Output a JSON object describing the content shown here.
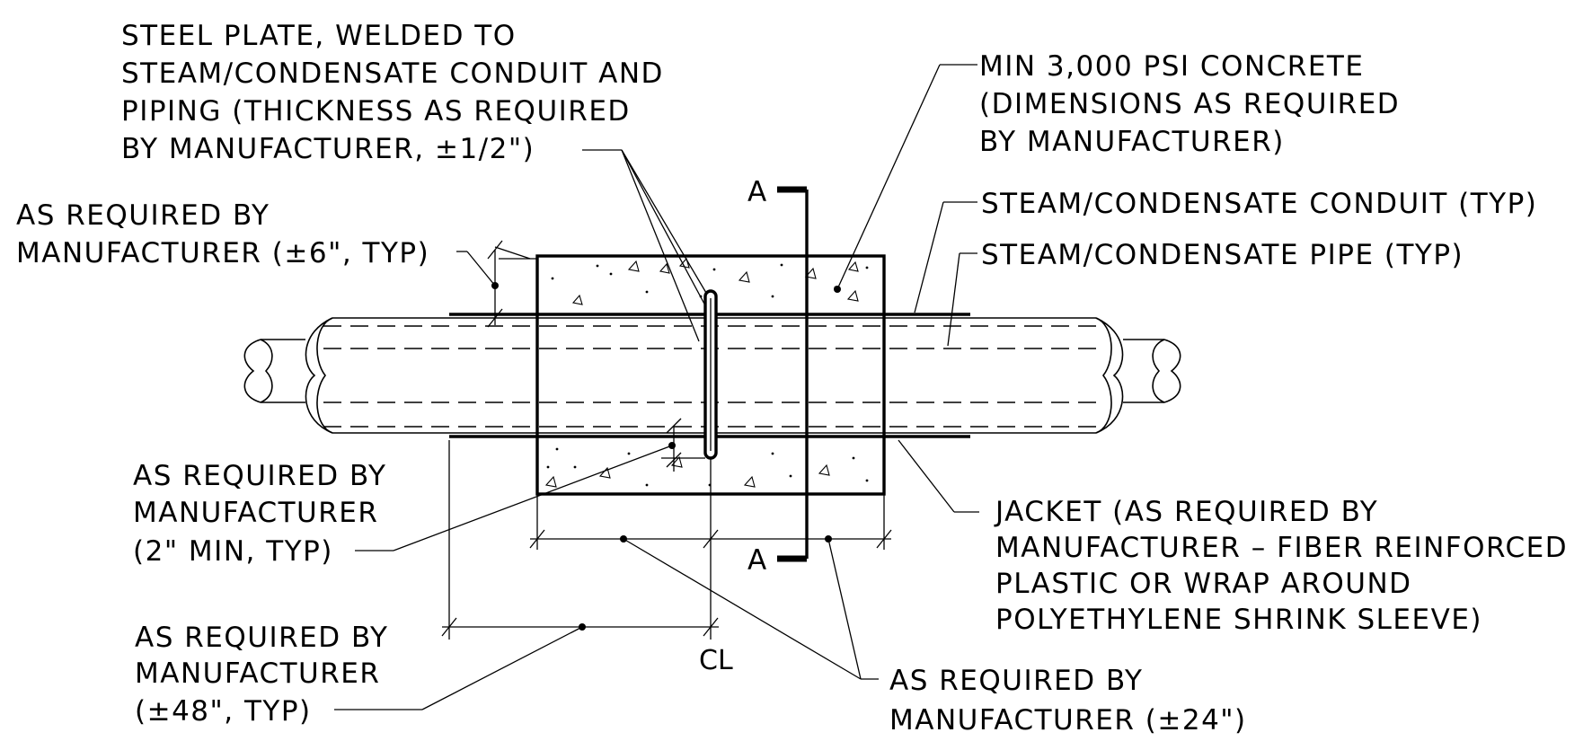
{
  "labels": {
    "steel_plate": [
      "STEEL PLATE, WELDED TO",
      "STEAM/CONDENSATE CONDUIT AND",
      "PIPING (THICKNESS AS REQUIRED",
      "BY MANUFACTURER, ±1/2\")"
    ],
    "concrete": [
      "MIN 3,000 PSI CONCRETE",
      "(DIMENSIONS AS REQUIRED",
      "BY MANUFACTURER)"
    ],
    "as_required_6": [
      "AS REQUIRED BY",
      "MANUFACTURER (±6\", TYP)"
    ],
    "conduit": "STEAM/CONDENSATE CONDUIT (TYP)",
    "pipe": "STEAM/CONDENSATE PIPE (TYP)",
    "as_required_2": [
      "AS REQUIRED BY",
      "MANUFACTURER",
      "(2\" MIN, TYP)"
    ],
    "jacket": [
      "JACKET (AS REQUIRED BY",
      "MANUFACTURER – FIBER REINFORCED",
      "PLASTIC OR WRAP AROUND",
      "POLYETHYLENE SHRINK SLEEVE)"
    ],
    "as_required_48": [
      "AS REQUIRED BY",
      "MANUFACTURER",
      "(±48\", TYP)"
    ],
    "as_required_24": [
      "AS REQUIRED BY",
      "MANUFACTURER (±24\")"
    ],
    "section_top": "A",
    "section_bottom": "A",
    "centerline": "CL"
  }
}
